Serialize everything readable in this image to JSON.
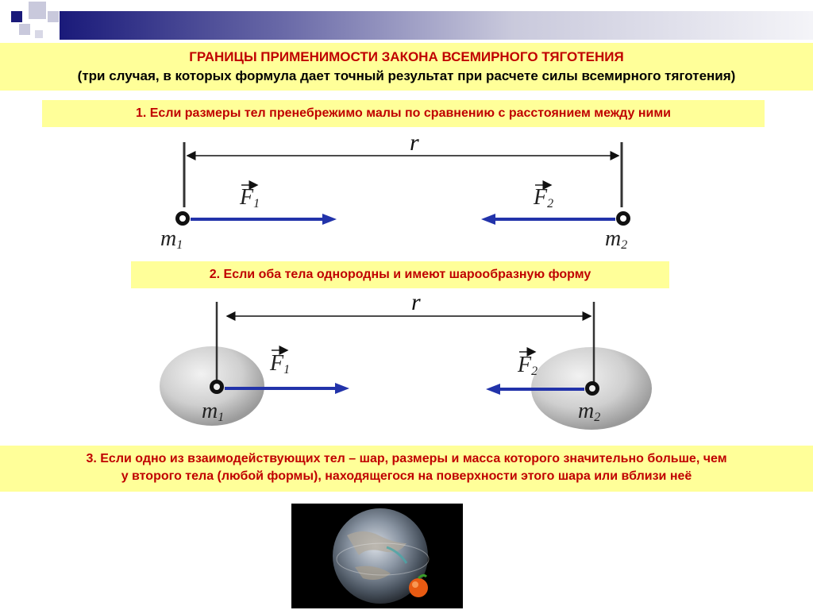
{
  "title": {
    "main": "ГРАНИЦЫ ПРИМЕНИМОСТИ ЗАКОНА ВСЕМИРНОГО ТЯГОТЕНИЯ",
    "subtitle": "(три случая, в которых формула дает точный результат при расчете силы всемирного тяготения)"
  },
  "cases": {
    "case1": "1. Если размеры тел пренебрежимо малы по сравнению с расстоянием между ними",
    "case2": "2. Если оба тела однородны и имеют шарообразную форму",
    "case3_line1": "3. Если одно из взаимодействующих тел – шар, размеры и масса которого значительно больше, чем",
    "case3_line2": "у второго тела (любой формы), находящегося на поверхности этого шара или вблизи неё"
  },
  "diagram1": {
    "distance_label": "r",
    "force1": "F",
    "force1_sub": "1",
    "force2": "F",
    "force2_sub": "2",
    "mass1": "m",
    "mass1_sub": "1",
    "mass2": "m",
    "mass2_sub": "2"
  },
  "diagram2": {
    "distance_label": "r",
    "force1": "F",
    "force1_sub": "1",
    "force2": "F",
    "force2_sub": "2",
    "mass1": "m",
    "mass1_sub": "1",
    "mass2": "m",
    "mass2_sub": "2"
  },
  "colors": {
    "banner": "#ffff99",
    "title_red": "#c00000",
    "arrow_blue": "#2233aa"
  }
}
